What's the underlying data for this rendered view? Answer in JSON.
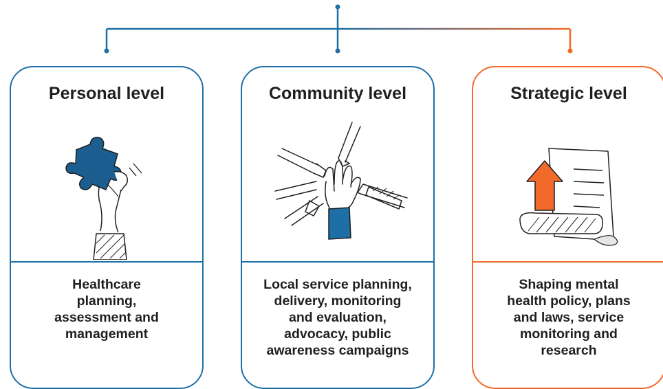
{
  "colors": {
    "blue": "#1e6fa6",
    "orange": "#f26a2a",
    "dark": "#1f1f1f"
  },
  "cards": [
    {
      "title": "Personal level",
      "icon": "puzzle-piece-hand-icon",
      "description": "Healthcare\nplanning,\nassessment and\nmanagement"
    },
    {
      "title": "Community level",
      "icon": "stacked-hands-teamwork-icon",
      "description": "Local service planning,\ndelivery, monitoring\nand evaluation,\nadvocacy, public\nawareness campaigns"
    },
    {
      "title": "Strategic level",
      "icon": "document-upload-arrow-icon",
      "description": "Shaping mental\nhealth policy, plans\nand laws, service\nmonitoring and\nresearch"
    }
  ]
}
